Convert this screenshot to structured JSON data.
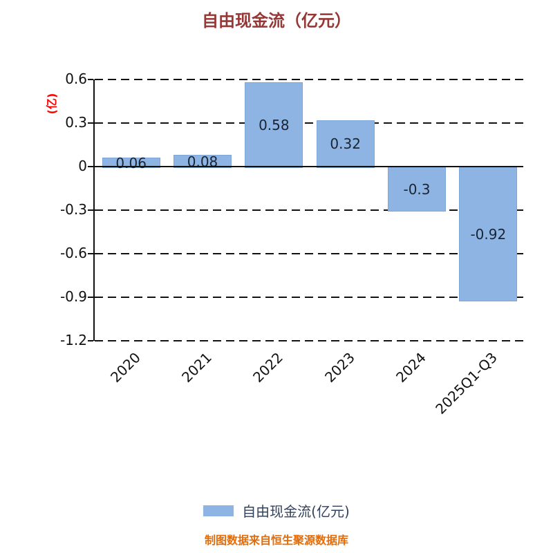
{
  "title": "自由现金流（亿元）",
  "legend": {
    "label": "自由现金流(亿元)"
  },
  "footer": "制图数据来自恒生聚源数据库",
  "colors": {
    "bar": "#8DB4E2",
    "bar_border": "#7EA6D9",
    "title": "#953735",
    "y_unit_label": "#FF0000",
    "value_label": "#1A2433",
    "legend_label": "#33425B",
    "footer": "#E36C09",
    "axis": "#111111"
  },
  "chart_data": {
    "type": "bar",
    "title": "自由现金流（亿元）",
    "ylabel": "(亿)",
    "categories": [
      "2020",
      "2021",
      "2022",
      "2023",
      "2024",
      "2025Q1-Q3"
    ],
    "values": [
      0.06,
      0.08,
      0.58,
      0.32,
      -0.3,
      -0.92
    ],
    "value_labels": [
      "0.06",
      "0.08",
      "0.58",
      "0.32",
      "-0.3",
      "-0.92"
    ],
    "ylim": [
      -1.2,
      0.6
    ],
    "yticks": [
      0.6,
      0.3,
      0,
      -0.3,
      -0.6,
      -0.9,
      -1.2
    ],
    "ytick_labels": [
      "0.6",
      "0.3",
      "0",
      "-0.3",
      "-0.6",
      "-0.9",
      "-1.2"
    ],
    "grid": "horizontal-dashed",
    "legend_position": "bottom",
    "legend_entries": [
      "自由现金流(亿元)"
    ]
  }
}
